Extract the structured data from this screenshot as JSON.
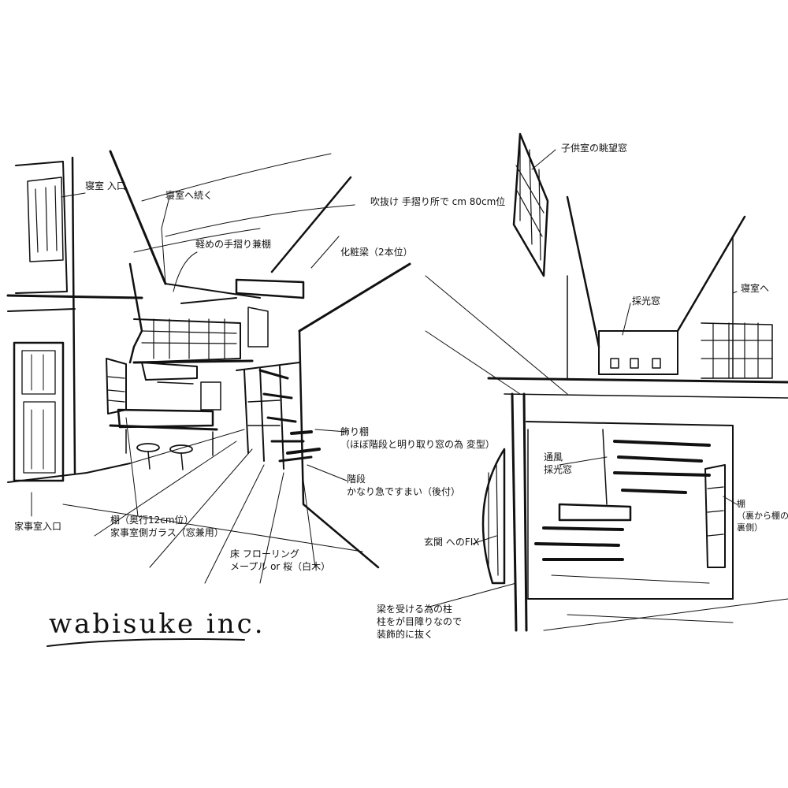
{
  "logo": "wabisuke inc.",
  "notes": {
    "bedroom_entrance_top": "寝室\n入口",
    "continue_to_bedroom": "寝室へ続く",
    "light_handrail": "軽めの手摺り兼棚",
    "railing_height": "吹抜け 手摺り所で cm 80cm位",
    "dressed_beam": "化粧梁（2本位）",
    "decorative_shelf": "飾り棚\n（ほぼ階段と明り取り窓の為 変型）",
    "stairs": "階段\nかなり急ですまい（後付）",
    "shelf_glass": "棚（奥行12cm位）\n家事室側ガラス（窓兼用）",
    "floor": "床 フローリング\nメープル or 桜（白木）",
    "study_entrance": "家事室入口",
    "study_view_window": "子供室の眺望窓",
    "to_bedroom": "寝室へ",
    "light_window": "採光窓",
    "vent_light_window": "通風\n採光窓",
    "shelf_right": "棚\n（裏から棚の\n裏側）",
    "entry_fix": "玄関 へのFIX",
    "column": "梁を受ける為の柱\n柱をが目障りなので\n装飾的に抜く"
  },
  "colors": {
    "ink": "#111111",
    "paper": "#ffffff"
  }
}
